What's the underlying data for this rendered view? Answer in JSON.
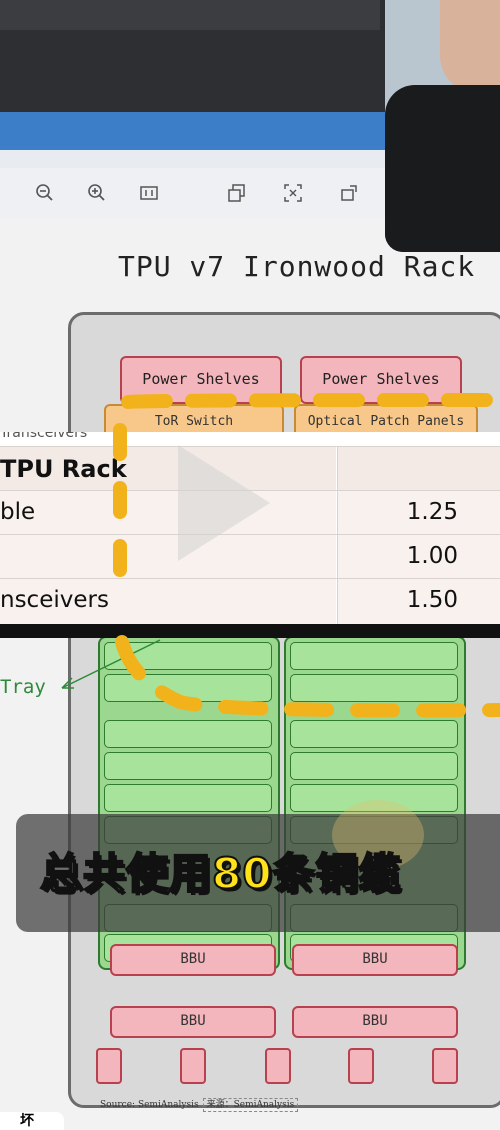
{
  "slide": {
    "title": "TPU v7 Ironwood Rack",
    "power_shelves": [
      "Power Shelves",
      "Power Shelves"
    ],
    "tor_switch": "ToR Switch",
    "optical_patch": "Optical Patch Panels",
    "tray_label": "Tray",
    "bbu_labels": [
      "BBU",
      "BBU",
      "BBU",
      "BBU"
    ],
    "source_en": "Source: SemiAnalysis",
    "source_cn": "来源：SemiAnalysis"
  },
  "table": {
    "header_fragment": "Transceivers",
    "header_label": "TPU Rack",
    "rows": [
      {
        "label": "ble",
        "value": "1.25"
      },
      {
        "label": "",
        "value": "1.00"
      },
      {
        "label": "nsceivers",
        "value": "1.50"
      }
    ]
  },
  "caption": {
    "prefix": "总共使用",
    "highlight": "80条铜缆"
  },
  "corner_text": "坏",
  "colors": {
    "annotation_dash": "#f2b21b",
    "caption_highlight": "#ffe21a",
    "tray_green": "#a7e39a",
    "shelf_pink": "#f4b6bd"
  }
}
